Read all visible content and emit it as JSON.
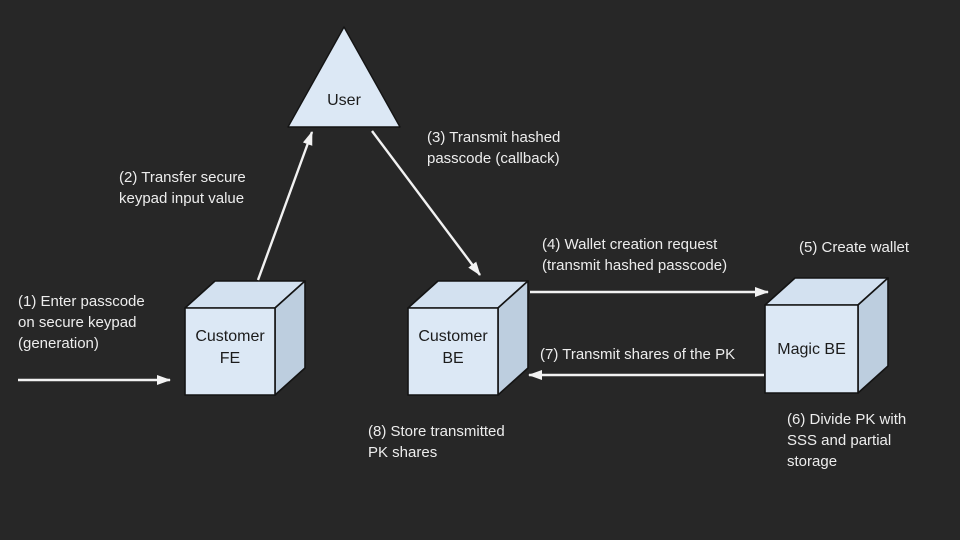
{
  "colors": {
    "bg": "#272727",
    "cube-front": "#dce8f5",
    "cube-top": "#d3e1f0",
    "cube-side": "#bdcedf",
    "shape-stroke": "#141414",
    "arrow": "#f2f2f2",
    "text-light": "#ededed",
    "text-dark": "#1c1c1c"
  },
  "nodes": {
    "user": {
      "label": "User"
    },
    "customer_fe": {
      "lines": [
        "Customer",
        "FE"
      ]
    },
    "customer_be": {
      "lines": [
        "Customer",
        "BE"
      ]
    },
    "magic_be": {
      "label": "Magic BE"
    }
  },
  "labels": {
    "step1": {
      "lines": [
        "(1) Enter passcode",
        "on secure keypad",
        "(generation)"
      ]
    },
    "step2": {
      "lines": [
        "(2) Transfer secure",
        "keypad input value"
      ]
    },
    "step3": {
      "lines": [
        "(3) Transmit hashed",
        "passcode (callback)"
      ]
    },
    "step4": {
      "lines": [
        "(4) Wallet creation request",
        "(transmit hashed passcode)"
      ]
    },
    "step5": {
      "lines": [
        "(5) Create wallet"
      ]
    },
    "step6": {
      "lines": [
        "(6) Divide PK with",
        "SSS and partial",
        "storage"
      ]
    },
    "step7": {
      "lines": [
        "(7) Transmit shares of the PK"
      ]
    },
    "step8": {
      "lines": [
        "(8) Store transmitted",
        "PK shares"
      ]
    }
  }
}
